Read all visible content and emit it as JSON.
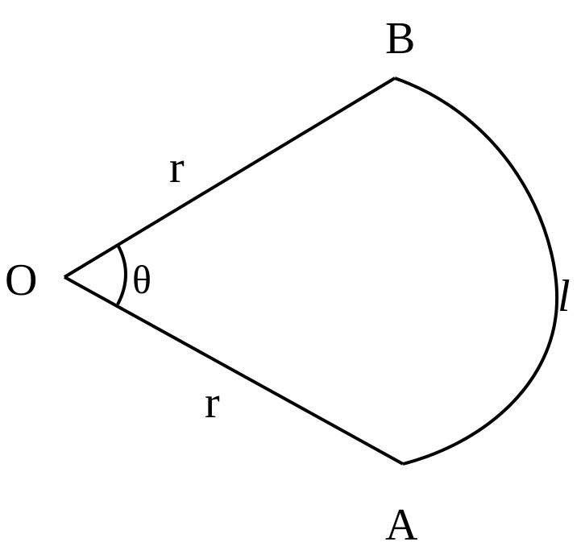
{
  "labels": {
    "origin": "O",
    "point_b": "B",
    "point_a": "A",
    "radius_top": "r",
    "radius_bottom": "r",
    "angle": "θ",
    "arc_length": "l"
  }
}
